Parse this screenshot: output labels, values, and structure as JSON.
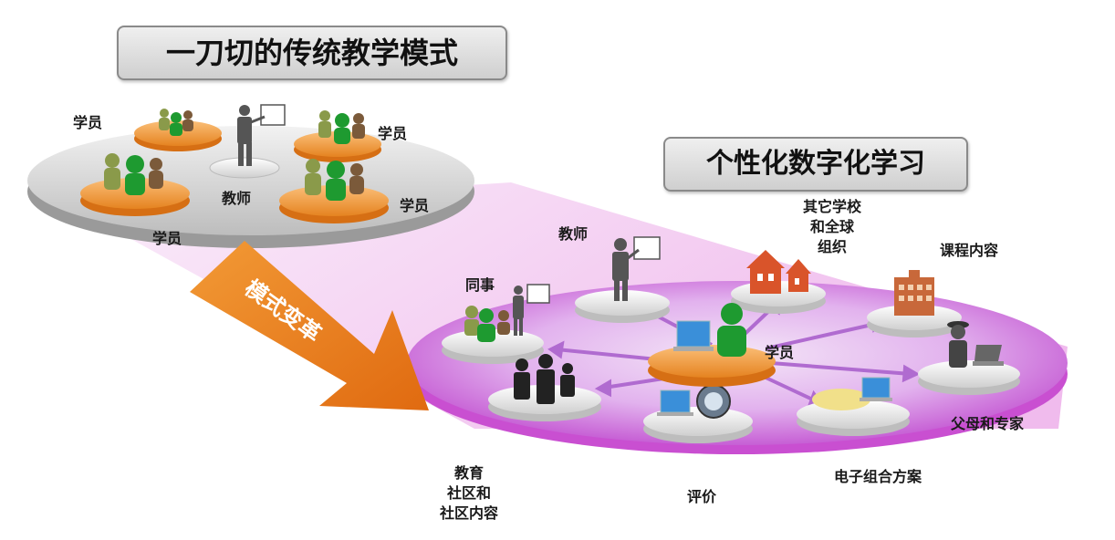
{
  "titles": {
    "traditional": "一刀切的传统教学模式",
    "personalized": "个性化数字化学习"
  },
  "arrow_label": "模式变革",
  "left_labels": {
    "student_tl": "学员",
    "student_tr": "学员",
    "student_r": "学员",
    "student_b": "学员",
    "teacher": "教师"
  },
  "right_labels": {
    "teacher": "教师",
    "colleague": "同事",
    "other_schools": [
      "其它学校",
      "和全球",
      "组织"
    ],
    "course_content": "课程内容",
    "student": "学员",
    "parents_experts": "父母和专家",
    "portfolio": "电子组合方案",
    "assessment": "评价",
    "community": [
      "教育",
      "社区和",
      "社区内容"
    ]
  },
  "colors": {
    "orange": "#f39b3c",
    "green": "#1e9a30",
    "olive": "#8a9a4a",
    "magenta": "#e06fd8",
    "grey_disc": "#d9d9d9"
  }
}
